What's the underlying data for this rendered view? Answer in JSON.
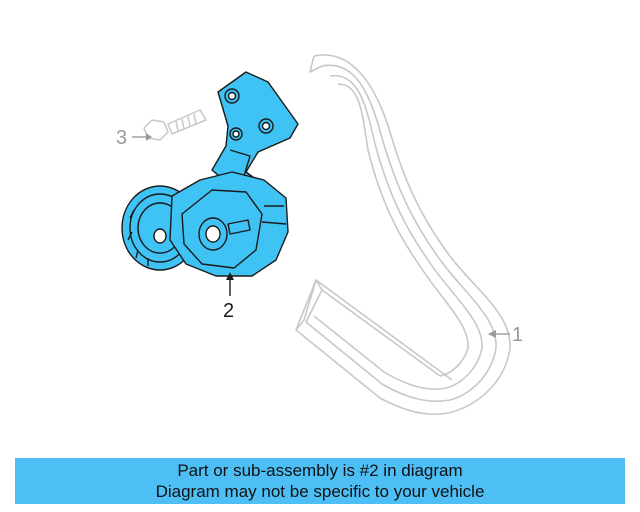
{
  "diagram": {
    "callouts": [
      {
        "number": "1",
        "part": "belt"
      },
      {
        "number": "2",
        "part": "tensioner"
      },
      {
        "number": "3",
        "part": "bolt"
      }
    ],
    "colors": {
      "highlight": "#3fc3f5",
      "line_dark": "#1a1a1a",
      "line_ghost": "#c8c8c8",
      "ghost_text": "#9a9a9a"
    }
  },
  "banner": {
    "line1": "Part or sub-assembly is #2 in diagram",
    "line2": "Diagram may not be specific to your vehicle",
    "background": "#4dbff5"
  }
}
